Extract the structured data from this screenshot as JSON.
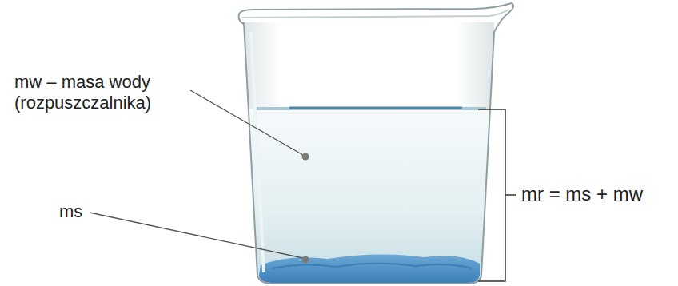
{
  "diagram": {
    "labels": [
      "mw – masa wody (rozpuszczalnika)",
      "ms",
      "mr = ms + mw"
    ]
  }
}
